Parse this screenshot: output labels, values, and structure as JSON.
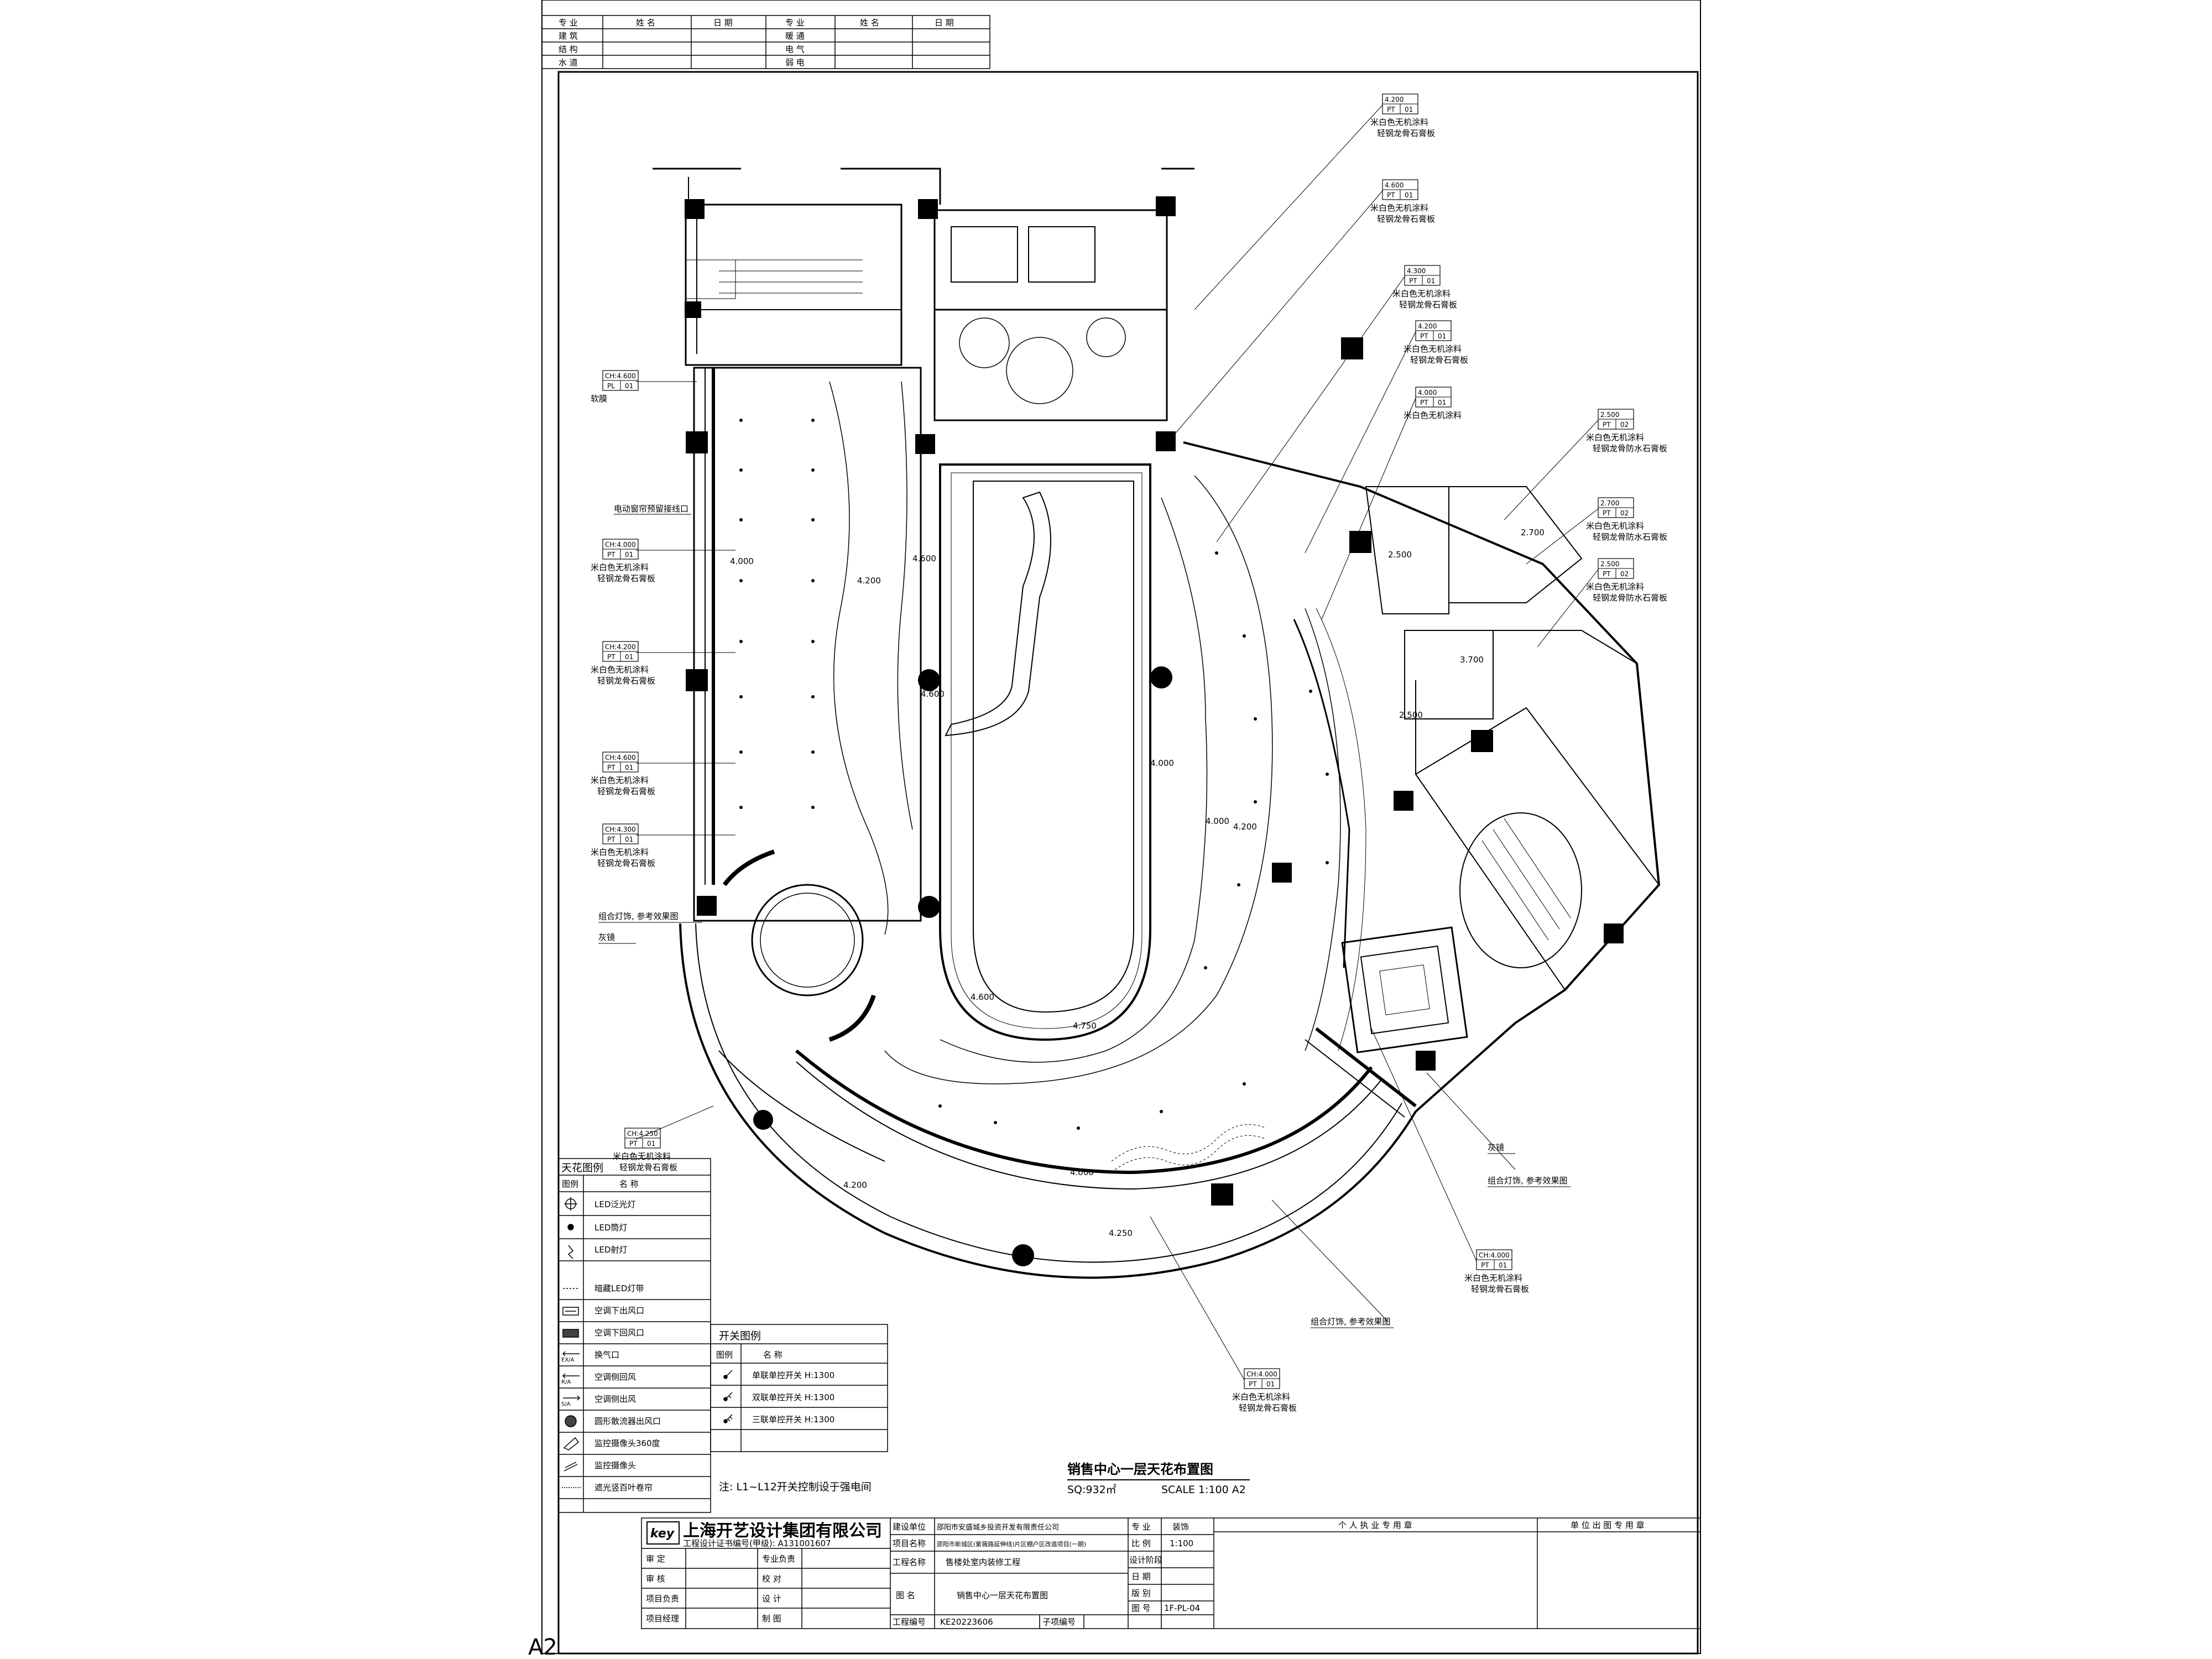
{
  "drawing": {
    "title": "销售中心一层天花布置图",
    "area": "SQ:932㎡",
    "scale": "SCALE 1:100  A2",
    "sheet_size": "A2"
  },
  "header_table": {
    "col_labels": [
      "专 业",
      "姓 名",
      "日 期",
      "专 业",
      "姓 名",
      "日 期"
    ],
    "left_rows": [
      "建 筑",
      "结 构",
      "水 道"
    ],
    "right_rows": [
      "暖 通",
      "电 气",
      "弱 电"
    ]
  },
  "ceiling_tags": [
    {
      "h": "4.200",
      "code": "PT",
      "n": "01",
      "m1": "米白色无机涂料",
      "m2": "轻钢龙骨石膏板"
    },
    {
      "h": "4.600",
      "code": "PT",
      "n": "01",
      "m1": "米白色无机涂料",
      "m2": "轻钢龙骨石膏板"
    },
    {
      "h": "4.300",
      "code": "PT",
      "n": "01",
      "m1": "米白色无机涂料",
      "m2": "轻钢龙骨石膏板"
    },
    {
      "h": "4.200",
      "code": "PT",
      "n": "01",
      "m1": "米白色无机涂料",
      "m2": "轻钢龙骨石膏板"
    },
    {
      "h": "4.000",
      "code": "PT",
      "n": "01",
      "m1": "米白色无机涂料",
      "m2": ""
    },
    {
      "h": "2.500",
      "code": "PT",
      "n": "02",
      "m1": "米白色无机涂料",
      "m2": "轻钢龙骨防水石膏板"
    },
    {
      "h": "2.700",
      "code": "PT",
      "n": "02",
      "m1": "米白色无机涂料",
      "m2": "轻钢龙骨防水石膏板"
    },
    {
      "h": "2.500",
      "code": "PT",
      "n": "02",
      "m1": "米白色无机涂料",
      "m2": "轻钢龙骨防水石膏板"
    },
    {
      "h": "CH:4.600",
      "code": "PL",
      "n": "01",
      "m1": "软膜",
      "m2": ""
    },
    {
      "h": "CH:4.000",
      "code": "PT",
      "n": "01",
      "m1": "米白色无机涂料",
      "m2": "轻钢龙骨石膏板"
    },
    {
      "h": "CH:4.200",
      "code": "PT",
      "n": "01",
      "m1": "米白色无机涂料",
      "m2": "轻钢龙骨石膏板"
    },
    {
      "h": "CH:4.600",
      "code": "PT",
      "n": "01",
      "m1": "米白色无机涂料",
      "m2": "轻钢龙骨石膏板"
    },
    {
      "h": "CH:4.300",
      "code": "PT",
      "n": "01",
      "m1": "米白色无机涂料",
      "m2": "轻钢龙骨石膏板"
    },
    {
      "h": "CH:4.250",
      "code": "PT",
      "n": "01",
      "m1": "米白色无机涂料",
      "m2": "轻钢龙骨石膏板"
    },
    {
      "h": "CH:4.000",
      "code": "PT",
      "n": "01",
      "m1": "米白色无机涂料",
      "m2": "轻钢龙骨石膏板"
    },
    {
      "h": "CH:4.000",
      "code": "PT",
      "n": "01",
      "m1": "米白色无机涂料",
      "m2": "轻钢龙骨石膏板"
    }
  ],
  "notes": {
    "curtain": "电动窗帘预留接线口",
    "combo_light_1": "组合灯饰, 参考效果图",
    "grey_mirror_1": "灰镜",
    "grey_mirror_2": "灰镜",
    "combo_light_2": "组合灯饰, 参考效果图",
    "combo_light_3": "组合灯饰, 参考效果图"
  },
  "level_marks": [
    "4.000",
    "4.200",
    "4.600",
    "4.600",
    "4.000",
    "4.000",
    "4.200",
    "4.600",
    "4.750",
    "4.000",
    "4.200",
    "4.250",
    "2.700",
    "2.500",
    "3.700",
    "2.500"
  ],
  "legend": {
    "title": "天花图例",
    "header": [
      "图例",
      "名 称"
    ],
    "items": [
      "LED泛光灯",
      "LED筒灯",
      "LED射灯",
      "暗藏LED灯带",
      "空调下出风口",
      "空调下回风口",
      "换气口",
      "空调侧回风",
      "空调侧出风",
      "圆形散流器出风口",
      "监控摄像头360度",
      "监控摄像头",
      "遮光竖百叶卷帘"
    ],
    "symbol_codes": [
      "EX/A",
      "R/A",
      "S/A"
    ]
  },
  "switch_legend": {
    "title": "开关图例",
    "header": [
      "图例",
      "名 称"
    ],
    "items": [
      "单联单控开关 H:1300",
      "双联单控开关 H:1300",
      "三联单控开关 H:1300"
    ],
    "note": "注: L1~L12开关控制设于强电间"
  },
  "title_block": {
    "company": "上海开艺设计集团有限公司",
    "license": "工程设计证书编号(甲级): A131001607",
    "logo": "key",
    "client_label": "建设单位",
    "client": "邵阳市安盛城乡投资开发有限责任公司",
    "project_label": "项目名称",
    "project": "邵阳市新城区(紫薇路延伸线)片区棚户区改造项目(一期)",
    "work_label": "工程名称",
    "work": "售楼处室内装修工程",
    "drawing_label": "图 名",
    "drawing": "销售中心一层天花布置图",
    "job_label": "工程编号",
    "job": "KE20223606",
    "sub_label": "子项编号",
    "discipline_label": "专 业",
    "discipline": "装饰",
    "scale_label": "比 例",
    "scale": "1:100",
    "stage_label": "设计阶段",
    "date_label": "日 期",
    "version_label": "版 别",
    "no_label": "图 号",
    "no": "1F-PL-04",
    "roles_left": [
      "审 定",
      "审 核",
      "项目负责",
      "项目经理"
    ],
    "roles_mid": [
      "专业负责",
      "校 对",
      "设 计",
      "制 图"
    ],
    "seal_personal": "个 人 执 业 专 用 章",
    "seal_unit": "单 位 出 图 专 用 章"
  }
}
